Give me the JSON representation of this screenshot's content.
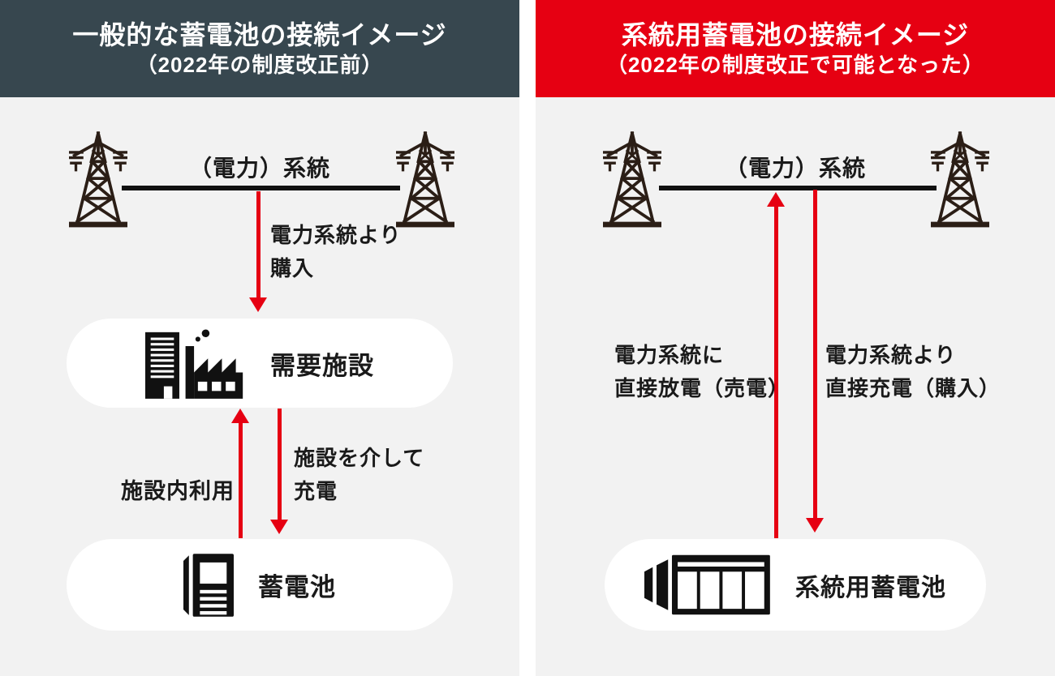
{
  "colors": {
    "accent_red": "#e60012",
    "header_dark": "#37474f",
    "panel_bg": "#f2f2f2",
    "ink": "#1a1a1a",
    "tower_ink": "#2b1e16"
  },
  "panels": {
    "before": {
      "header_title": "一般的な蓄電池の接続イメージ",
      "header_subtitle": "（2022年の制度改正前）",
      "grid_label": "（電力）系統",
      "buy_line1": "電力系統より",
      "buy_line2": "購入",
      "facility_label": "需要施設",
      "use_label": "施設内利用",
      "via_line1": "施設を介して",
      "via_line2": "充電",
      "battery_label": "蓄電池"
    },
    "after": {
      "header_title": "系統用蓄電池の接続イメージ",
      "header_subtitle": "（2022年の制度改正で可能となった）",
      "grid_label": "（電力）系統",
      "discharge_line1": "電力系統に",
      "discharge_line2": "直接放電（売電）",
      "charge_line1": "電力系統より",
      "charge_line2": "直接充電（購入）",
      "battery_label": "系統用蓄電池"
    }
  },
  "icons": {
    "transmission_tower": "lattice-pylon silhouette",
    "demand_facility": "office-building and factory silhouette",
    "home_battery": "battery cabinet with display and vents",
    "grid_battery": "container-type grid battery with four cells",
    "flow_arrow": "red straight arrow"
  }
}
